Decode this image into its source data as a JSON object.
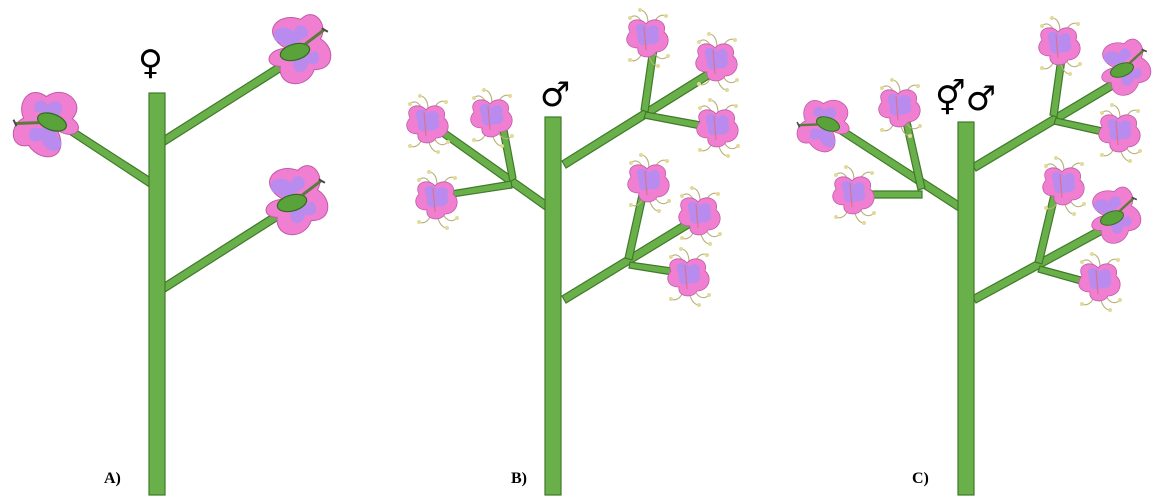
{
  "panels": [
    {
      "label": "A)",
      "symbol": "♀",
      "flower": "female"
    },
    {
      "label": "B)",
      "symbol": "♂",
      "flower": "male"
    },
    {
      "label": "C)",
      "symbol": "⚥♂",
      "flower": "mixed"
    }
  ],
  "colors": {
    "stem": "#6ab04a",
    "stem_outline": "#3f7a2a",
    "petal_pink": "#f07fd2",
    "petal_lilac": "#b58cf0",
    "stamen": "#c8c08a"
  }
}
